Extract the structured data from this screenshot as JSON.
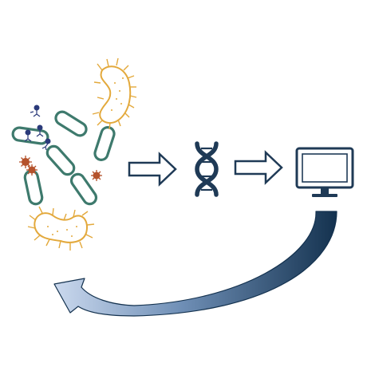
{
  "diagram": {
    "elements": [
      {
        "id": "microbial-community",
        "kind": "illustration",
        "depicts": [
          "rod-bacteria",
          "spiral-bacteria",
          "bacteriophages",
          "viruses"
        ]
      },
      {
        "id": "step-arrow-1",
        "kind": "arrow",
        "from": "microbial-community",
        "to": "dna"
      },
      {
        "id": "dna",
        "kind": "icon",
        "icon": "dna-helix-icon"
      },
      {
        "id": "step-arrow-2",
        "kind": "arrow",
        "from": "dna",
        "to": "computer"
      },
      {
        "id": "computer",
        "kind": "icon",
        "icon": "computer-monitor-icon"
      },
      {
        "id": "feedback-arrow",
        "kind": "curved-arrow",
        "from": "computer",
        "to": "microbial-community"
      }
    ],
    "colors": {
      "rod_outline": "#3e7a6d",
      "spiral_outline": "#e3a93c",
      "phage": "#2b3a7a",
      "virus": "#b5532c",
      "dna": "#1f3a56",
      "outline_arrow": "#1f3a56",
      "monitor": "#1f3a56",
      "curve_dark": "#14324f",
      "curve_light": "#cbd9ee"
    }
  }
}
